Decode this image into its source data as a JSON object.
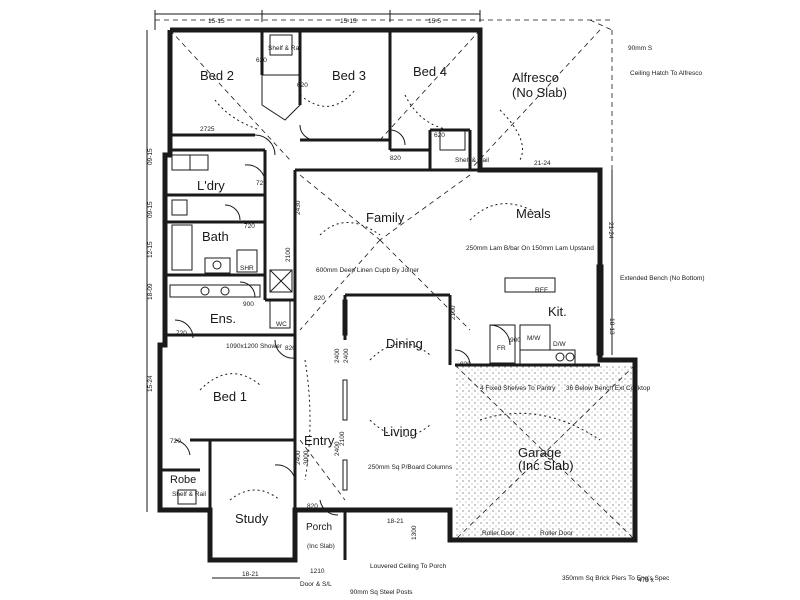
{
  "rooms": {
    "bed2": "Bed 2",
    "bed3": "Bed 3",
    "bed4": "Bed 4",
    "alfresco": "Alfresco",
    "alfresco_note": "(No Slab)",
    "laundry": "L'dry",
    "bath": "Bath",
    "ensuite": "Ens.",
    "family": "Family",
    "meals": "Meals",
    "kitchen": "Kit.",
    "dining": "Dining",
    "living": "Living",
    "bed1": "Bed 1",
    "entry": "Entry",
    "study": "Study",
    "robe": "Robe",
    "garage": "Garage",
    "garage_note": "(Inc Slab)",
    "porch": "Porch",
    "porch_note": "(Inc Slab)"
  },
  "dimensions": {
    "top1": "15-15",
    "top2": "15-15",
    "top3": "15-5",
    "d2725": "2725",
    "d620a": "620",
    "d620b": "620",
    "d620c": "620",
    "d720a": "720",
    "d720b": "720",
    "d720c": "720",
    "d720d": "720",
    "d820a": "820",
    "d820b": "820",
    "d820c": "820",
    "d820d": "820",
    "d820e": "820",
    "d900a": "900",
    "d900b": "900",
    "d2430": "2430",
    "d2100a": "2100",
    "d2100b": "2100",
    "d2100c": "2100",
    "d2400a": "2400",
    "d2400b": "2400",
    "d2400c": "2400",
    "d2400d": "2400",
    "d1300": "1300",
    "d1210": "1210",
    "bot1": "18-21",
    "bot2": "18-21",
    "r2124a": "21-24",
    "r2124b": "21-24",
    "r1813": "18-13",
    "l0915a": "09-15",
    "l0915b": "09-15",
    "l1215": "12-15",
    "l1524": "15-24",
    "l1809": "18-09",
    "d3000": "3000"
  },
  "notes": {
    "shelf_rail_a": "Shelf & Rail",
    "shelf_rail_b": "Shelf & Rail",
    "shelf_rail_c": "Shelf & Rail",
    "linen": "600mm Deep Linen Cupb By Joiner",
    "lam_bar": "250mm Lam B/bar On 150mm Lam Upstand",
    "shower": "1090x1200 Shower",
    "pantry": "4 Fixed Shelves To Pantry",
    "below_bench": "36 Below Bench Ext Cooktop",
    "columns": "250mm Sq P/Board Columns",
    "louvered": "Louvered Ceiling To Porch",
    "brick_piers": "350mm Sq Brick Piers To Eng's Spec",
    "steel_posts": "90mm Sq Steel Posts",
    "door_sl": "Door & S/L",
    "roller_a": "Roller Door",
    "roller_b": "Roller Door",
    "extended_bench": "Extended Bench (No Bottom)",
    "ceiling_hatch": "Ceiling Hatch To Alfresco",
    "mm90_top": "90mm S",
    "x470": "470 x",
    "dw": "D/W",
    "mw": "M/W",
    "fr": "FR",
    "shr": "SHR",
    "wc": "WC",
    "ref": "REF"
  }
}
